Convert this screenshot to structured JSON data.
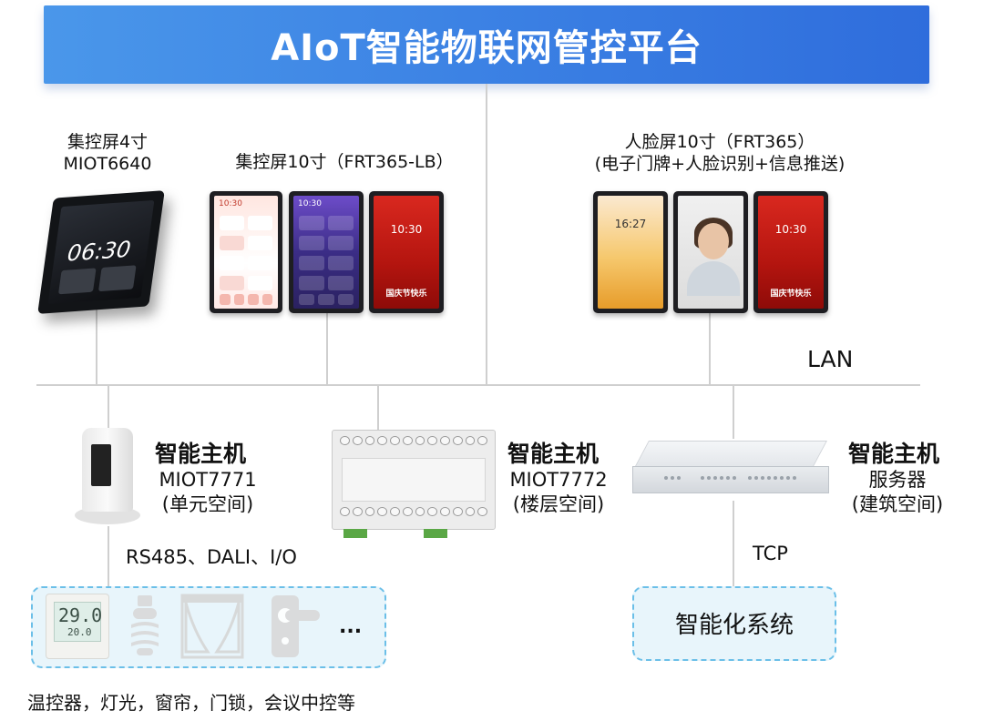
{
  "header": {
    "title": "AIoT智能物联网管控平台"
  },
  "top_devices": {
    "panel4": {
      "name": "集控屏4寸",
      "model": "MIOT6640",
      "screen_time": "06:30"
    },
    "panel10": {
      "name": "集控屏10寸（FRT365-LB）",
      "screen_time_1": "10:30",
      "screen_time_2": "10:30",
      "screen_time_3": "10:30",
      "screen_caption": "国庆节快乐"
    },
    "face10": {
      "name": "人脸屏10寸（FRT365）",
      "features": "(电子门牌+人脸识别+信息推送)",
      "screen_time_1": "16:27",
      "screen_time_3": "10:30",
      "screen_caption": "国庆节快乐"
    }
  },
  "network": {
    "lan_label": "LAN"
  },
  "hosts": [
    {
      "title": "智能主机",
      "model": "MIOT7771",
      "scope": "(单元空间)"
    },
    {
      "title": "智能主机",
      "model": "MIOT7772",
      "scope": "(楼层空间)"
    },
    {
      "title": "智能主机",
      "model": "服务器",
      "scope": "(建筑空间)"
    }
  ],
  "protocols": {
    "field_bus": "RS485、DALI、I/O",
    "tcp": "TCP"
  },
  "field_devices": {
    "thermostat_temp": "29.0",
    "thermostat_set": "20.0",
    "more": "...",
    "caption": "温控器，灯光，窗帘，门锁，会议中控等"
  },
  "systems": {
    "label": "智能化系统"
  },
  "colors": {
    "banner": "#3a7fe3",
    "dashed_border": "#6bbfe8",
    "dashed_fill": "#e8f5fb",
    "screen_red": "#c81e17"
  },
  "icons": [
    "lightbulb-icon",
    "curtain-icon",
    "door-lock-icon"
  ]
}
